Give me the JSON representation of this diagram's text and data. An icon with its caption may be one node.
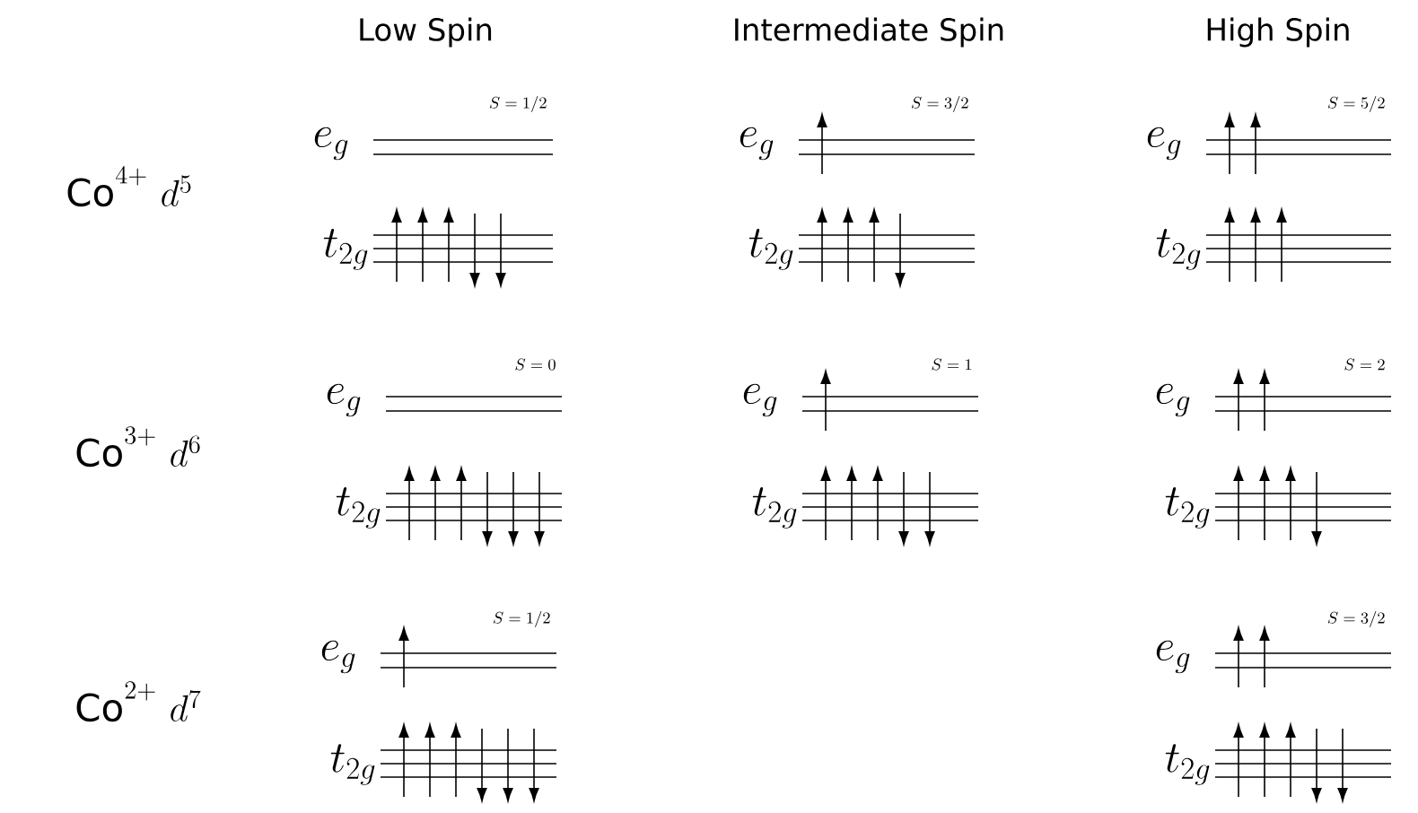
{
  "diagram": {
    "labels": [
      "Low Spin",
      "Intermediate Spin",
      "High Spin",
      "\\mathrm{Co}^{4+}\\ d^{5}",
      "S=1/2",
      "e_g",
      "t_{2g}",
      "S=3/2",
      "e_g",
      "t_{2g}",
      "S=5/2",
      "e_g",
      "t_{2g}",
      "\\mathrm{Co}^{3+}\\ d^{6}",
      "S=0",
      "e_g",
      "t_{2g}",
      "S=1",
      "e_g",
      "t_{2g}",
      "S=2",
      "e_g",
      "t_{2g}",
      "\\mathrm{Co}^{2+}\\ d^{7}",
      "S=1/2",
      "e_g",
      "t_{2g}",
      "S=3/2",
      "e_g",
      "t_{2g}"
    ]
  }
}
